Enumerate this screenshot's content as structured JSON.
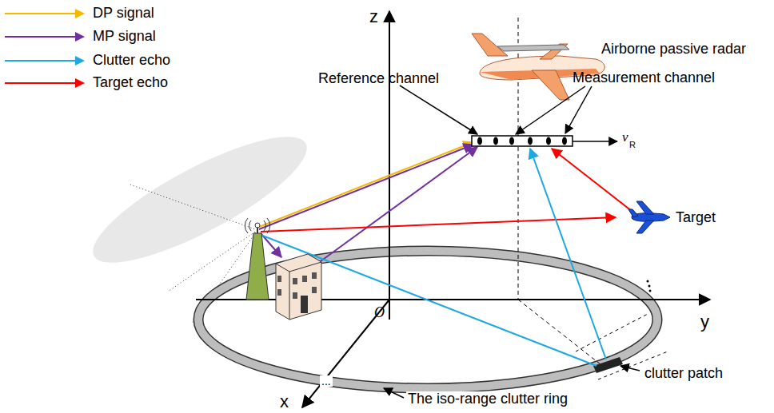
{
  "diagram": {
    "labels": [
      "z",
      "Airborne passive radar",
      "Reference channel",
      "Measurement channel",
      "v",
      "R",
      "Target",
      "O",
      "y",
      "clutter patch",
      "x",
      "The iso-range clutter ring",
      "..."
    ],
    "legend": [
      {
        "text": "DP signal"
      },
      {
        "text": "MP signal"
      },
      {
        "text": "Clutter echo"
      },
      {
        "text": "Target echo"
      }
    ]
  }
}
